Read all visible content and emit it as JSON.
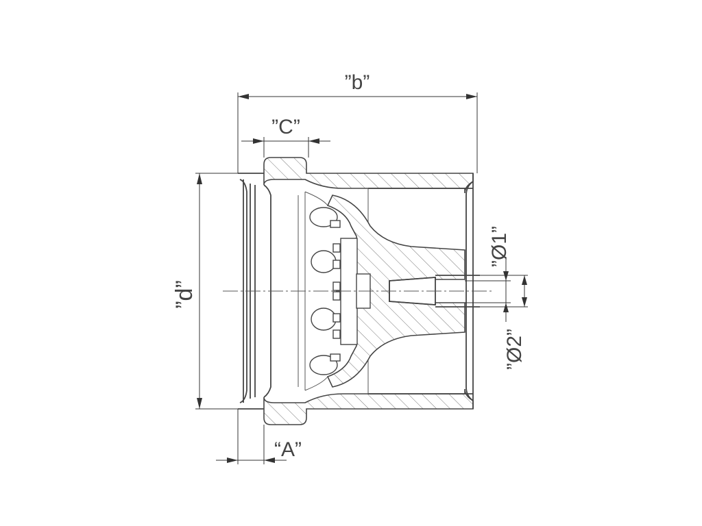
{
  "labels": {
    "b": "”b”",
    "c": "”C”",
    "d": "”d”",
    "a": "“A”",
    "phi1": "”Ø1”",
    "phi2": "”Ø2”"
  },
  "colors": {
    "line": "#444444",
    "background": "#ffffff"
  }
}
